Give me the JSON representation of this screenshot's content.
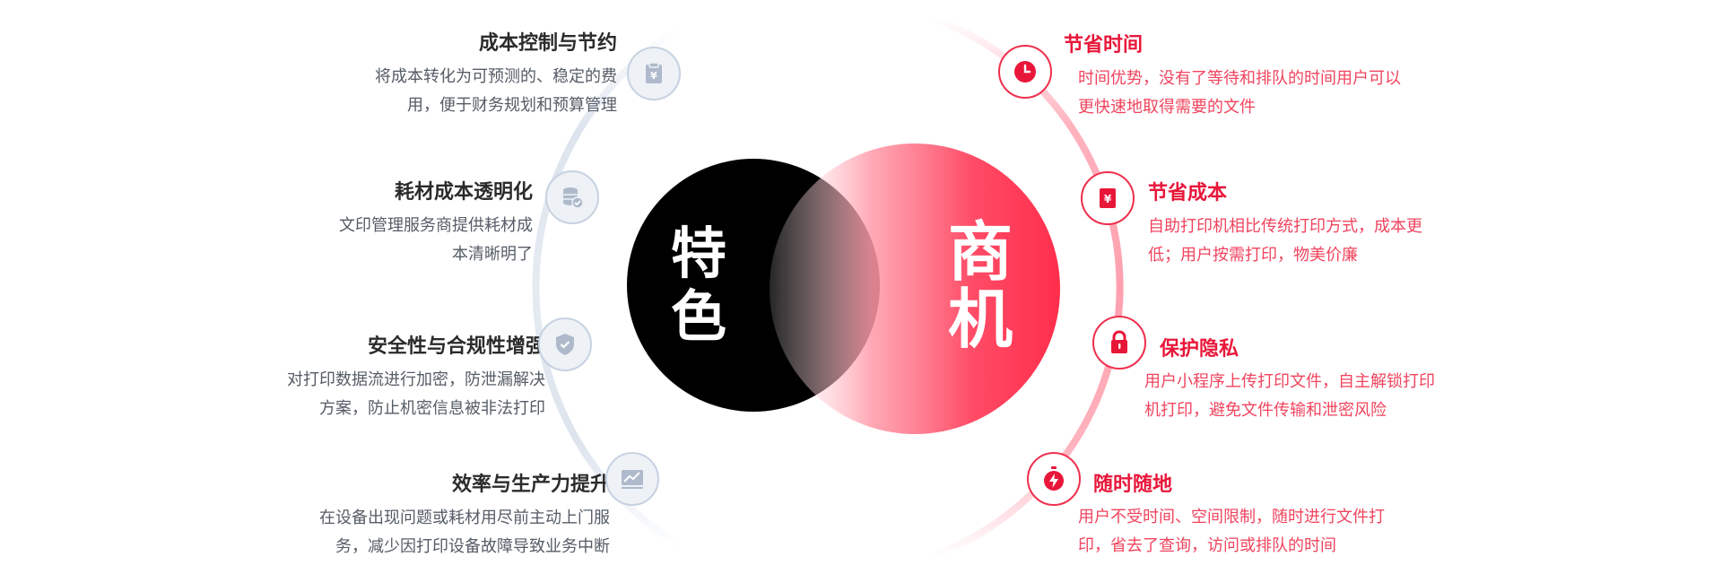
{
  "center": {
    "left_chars": [
      "特",
      "色"
    ],
    "right_chars": [
      "商",
      "机"
    ]
  },
  "features_left": [
    {
      "title": "成本控制与节约",
      "desc_lines": [
        "将成本转化为可预测的、稳定的费",
        "用，便于财务规划和预算管理"
      ],
      "icon": "receipt-yen-icon"
    },
    {
      "title": "耗材成本透明化",
      "desc_lines": [
        "文印管理服务商提供耗材成",
        "本清晰明了"
      ],
      "icon": "database-check-icon"
    },
    {
      "title": "安全性与合规性增强",
      "desc_lines": [
        "对打印数据流进行加密，防泄漏解决",
        "方案，防止机密信息被非法打印"
      ],
      "icon": "shield-check-icon"
    },
    {
      "title": "效率与生产力提升",
      "desc_lines": [
        "在设备出现问题或耗材用尽前主动上门服",
        "务，减少因打印设备故障导致业务中断"
      ],
      "icon": "trend-chart-icon"
    }
  ],
  "features_right": [
    {
      "title": "节省时间",
      "desc_lines": [
        "时间优势，没有了等待和排队的时间用户可以",
        "更快速地取得需要的文件"
      ],
      "icon": "clock-icon"
    },
    {
      "title": "节省成本",
      "desc_lines": [
        "自助打印机相比传统打印方式，成本更",
        "低；用户按需打印，物美价廉"
      ],
      "icon": "yen-tag-icon"
    },
    {
      "title": "保护隐私",
      "desc_lines": [
        "用户小程序上传打印文件，自主解锁打印",
        "机打印，避免文件传输和泄密风险"
      ],
      "icon": "lock-icon"
    },
    {
      "title": "随时随地",
      "desc_lines": [
        "用户不受时间、空间限制，随时进行文件打",
        "印，省去了查询，访问或排队的时间"
      ],
      "icon": "stopwatch-bolt-icon"
    }
  ],
  "colors": {
    "accent_red": "#e8173a",
    "soft_red": "#f0445e",
    "gray_blue": "#b7c3d4",
    "dark_text": "#2b2b2b"
  }
}
